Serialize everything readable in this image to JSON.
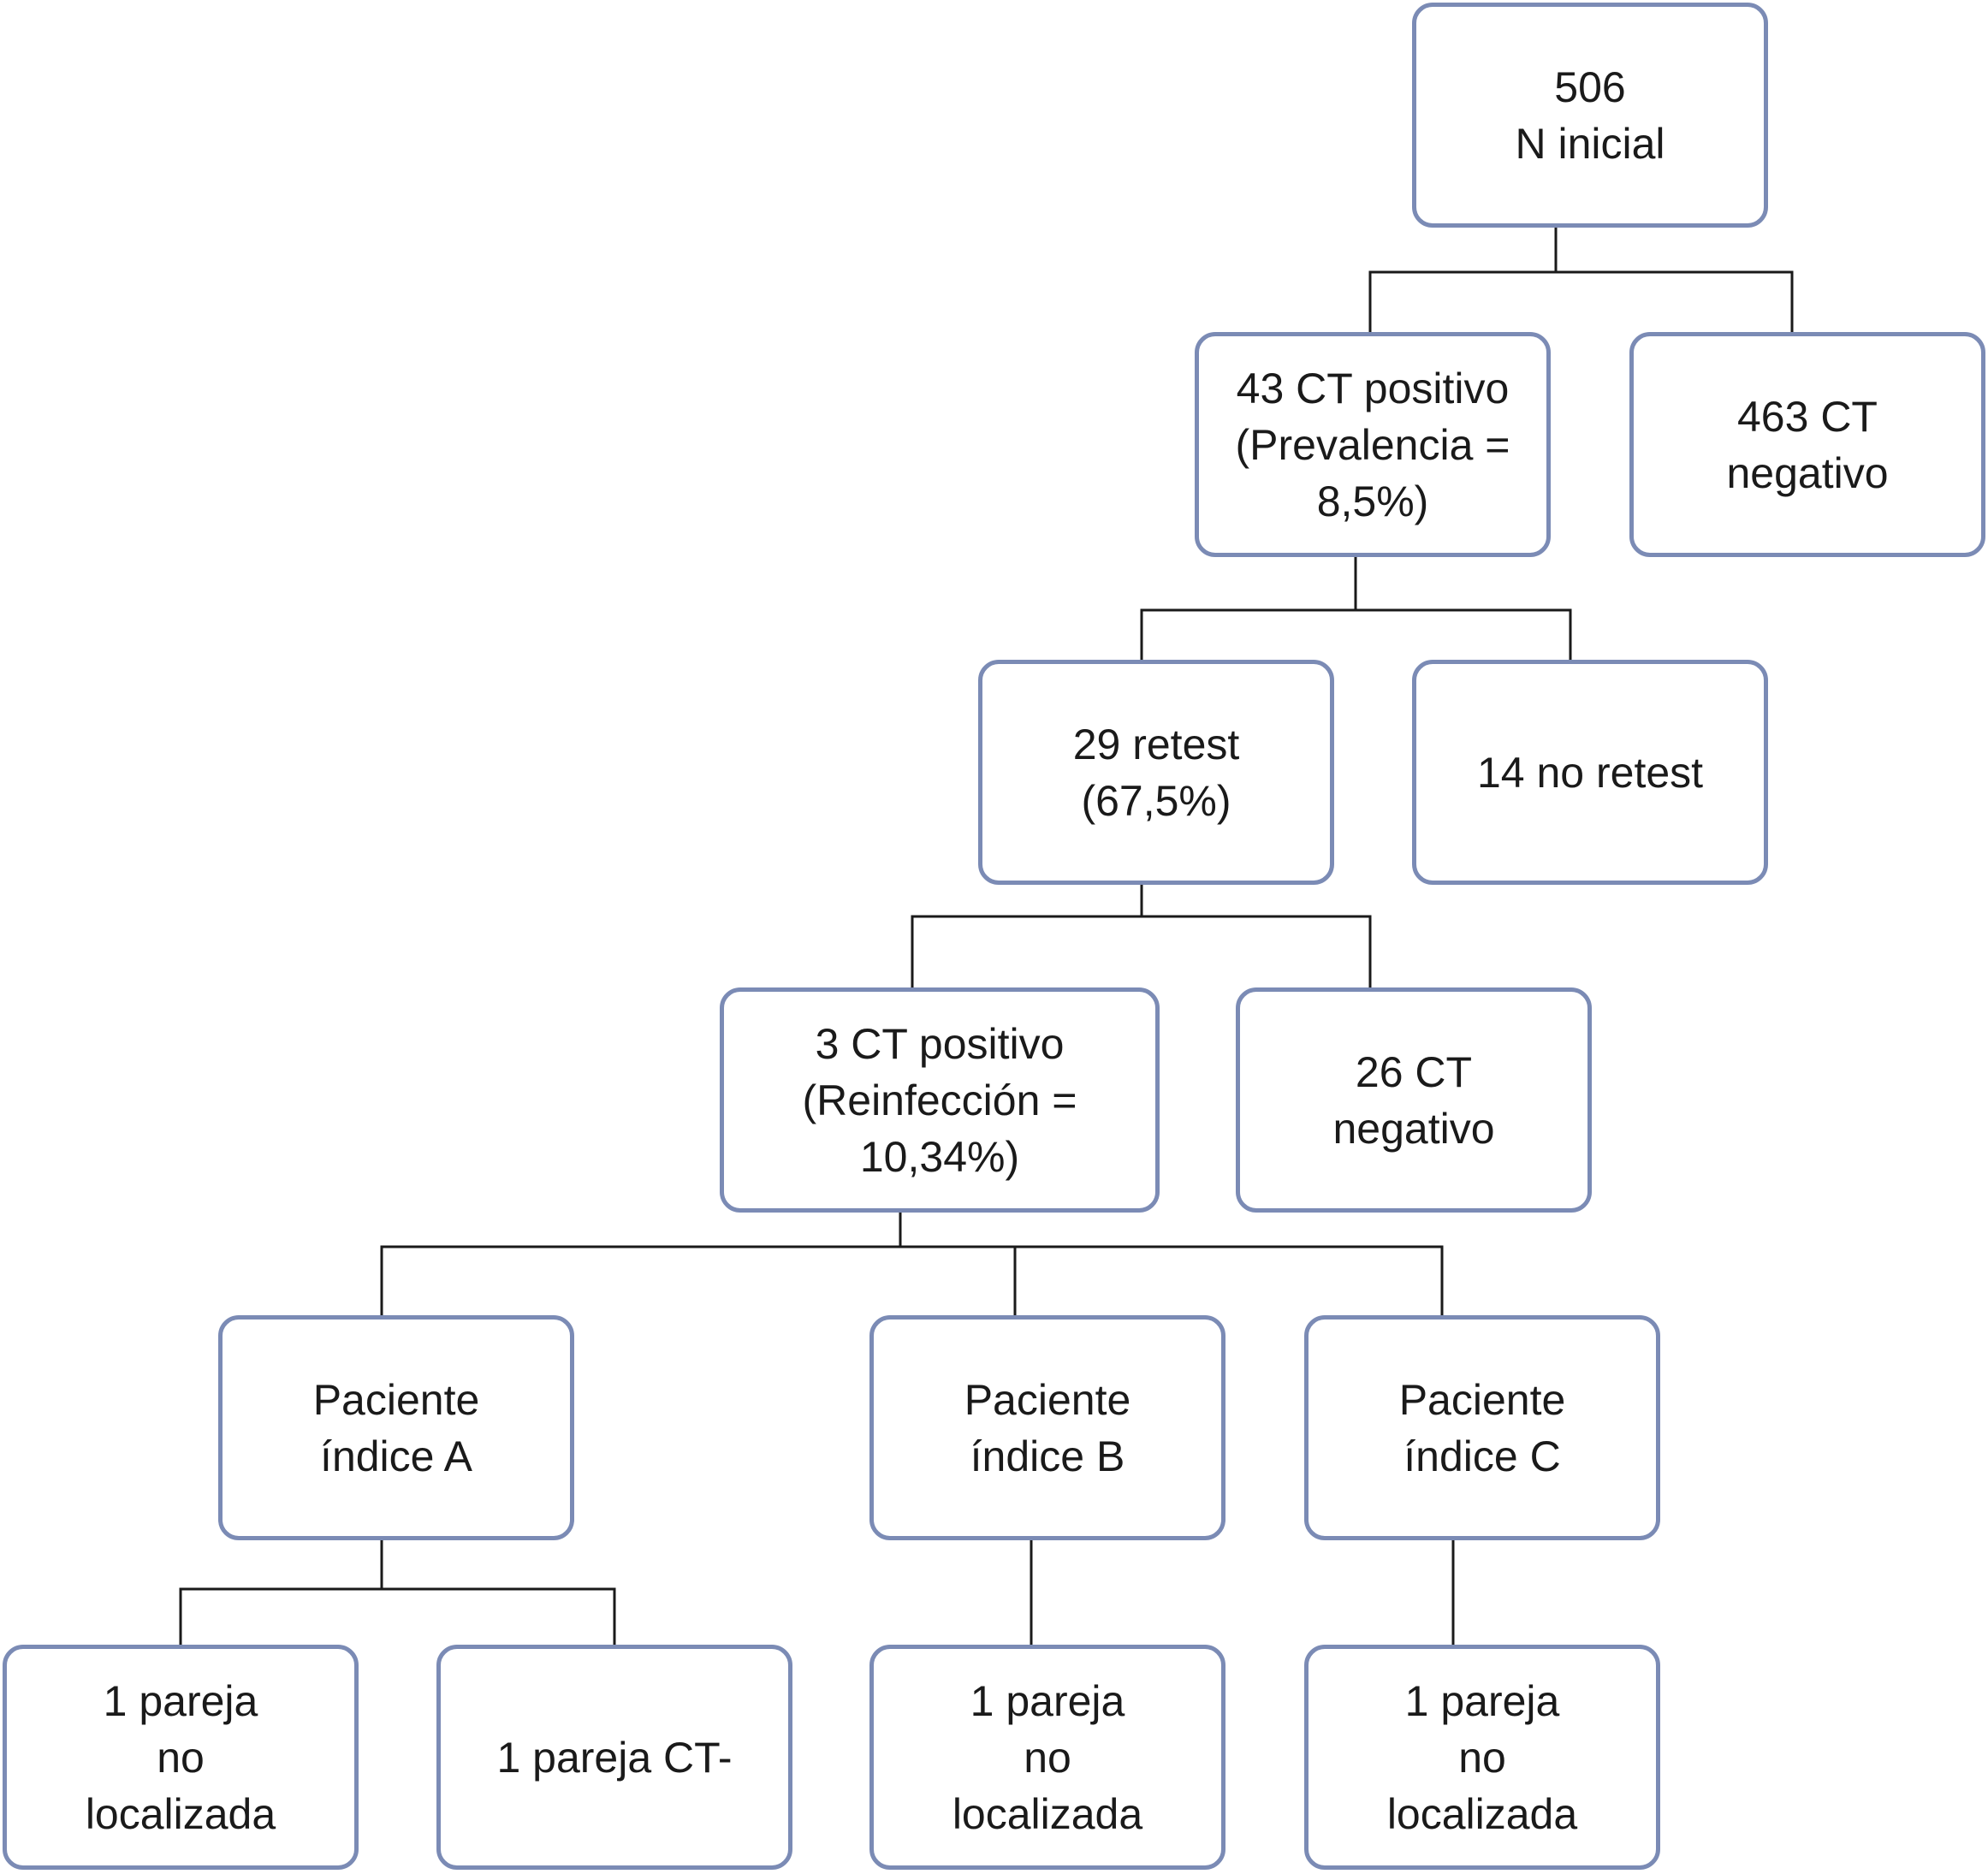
{
  "colors": {
    "box_border": "#7b8bb5",
    "connector": "#1a1a1a",
    "text": "#1a1a1a"
  },
  "nodes": {
    "initial": {
      "text": "506\nN inicial"
    },
    "ct_positive": {
      "text": "43 CT positivo\n(Prevalencia =\n8,5%)"
    },
    "ct_negative": {
      "text": "463 CT\nnegativo"
    },
    "retest": {
      "text": "29 retest\n(67,5%)"
    },
    "no_retest": {
      "text": "14 no retest"
    },
    "reinfection": {
      "text": "3 CT positivo\n(Reinfección =\n10,34%)"
    },
    "retest_negative": {
      "text": "26 CT\nnegativo"
    },
    "index_a": {
      "text": "Paciente\níndice A"
    },
    "index_b": {
      "text": "Paciente\níndice B"
    },
    "index_c": {
      "text": "Paciente\níndice C"
    },
    "partner_a1": {
      "text": "1 pareja\nno\nlocalizada"
    },
    "partner_a2": {
      "text": "1 pareja CT-"
    },
    "partner_b": {
      "text": "1 pareja\nno\nlocalizada"
    },
    "partner_c": {
      "text": "1 pareja\nno\nlocalizada"
    }
  }
}
